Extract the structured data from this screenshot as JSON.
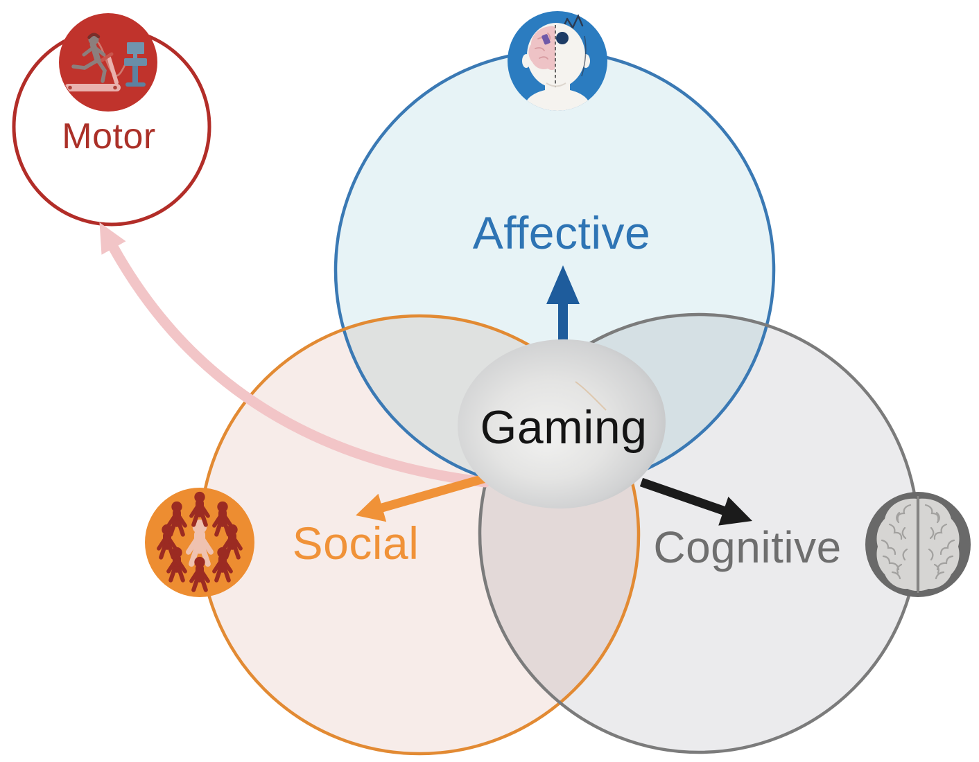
{
  "figure": {
    "center_label": "Gaming",
    "domains": [
      {
        "label": "Affective",
        "icon": "head-brain-electrode-icon",
        "text_color": "#2e74b4",
        "circle_color": "#3a79b4",
        "fill_color": "#e7f3f6",
        "badge_color": "#2b7cc0",
        "arrow_color": "#1e5c9c"
      },
      {
        "label": "Social",
        "icon": "people-group-icon",
        "text_color": "#f09238",
        "circle_color": "#e28a33",
        "fill_color": "#f7ece9",
        "badge_color": "#ed8d31",
        "arrow_color": "#f09238"
      },
      {
        "label": "Cognitive",
        "icon": "brain-icon",
        "text_color": "#6e6e6e",
        "circle_color": "#7b7b7b",
        "fill_color": "#ebebed",
        "badge_color": "#696969",
        "arrow_color": "#1b1b1b"
      },
      {
        "label": "Motor",
        "icon": "treadmill-gait-icon",
        "text_color": "#ab3028",
        "circle_color": "#b22d28",
        "fill_color": "#ffffff",
        "badge_color": "#c0332c",
        "arrow_color": "#f2c5c7"
      }
    ],
    "arrows": [
      {
        "from": "Gaming",
        "to": "Affective",
        "style": "straight-up",
        "color": "#1e5c9c"
      },
      {
        "from": "Gaming",
        "to": "Social",
        "style": "straight-left-down",
        "color": "#f09238"
      },
      {
        "from": "Gaming",
        "to": "Cognitive",
        "style": "straight-right-down",
        "color": "#1b1b1b"
      },
      {
        "from": "Gaming",
        "to": "Motor",
        "style": "curved",
        "color": "#f2c5c7"
      }
    ]
  }
}
